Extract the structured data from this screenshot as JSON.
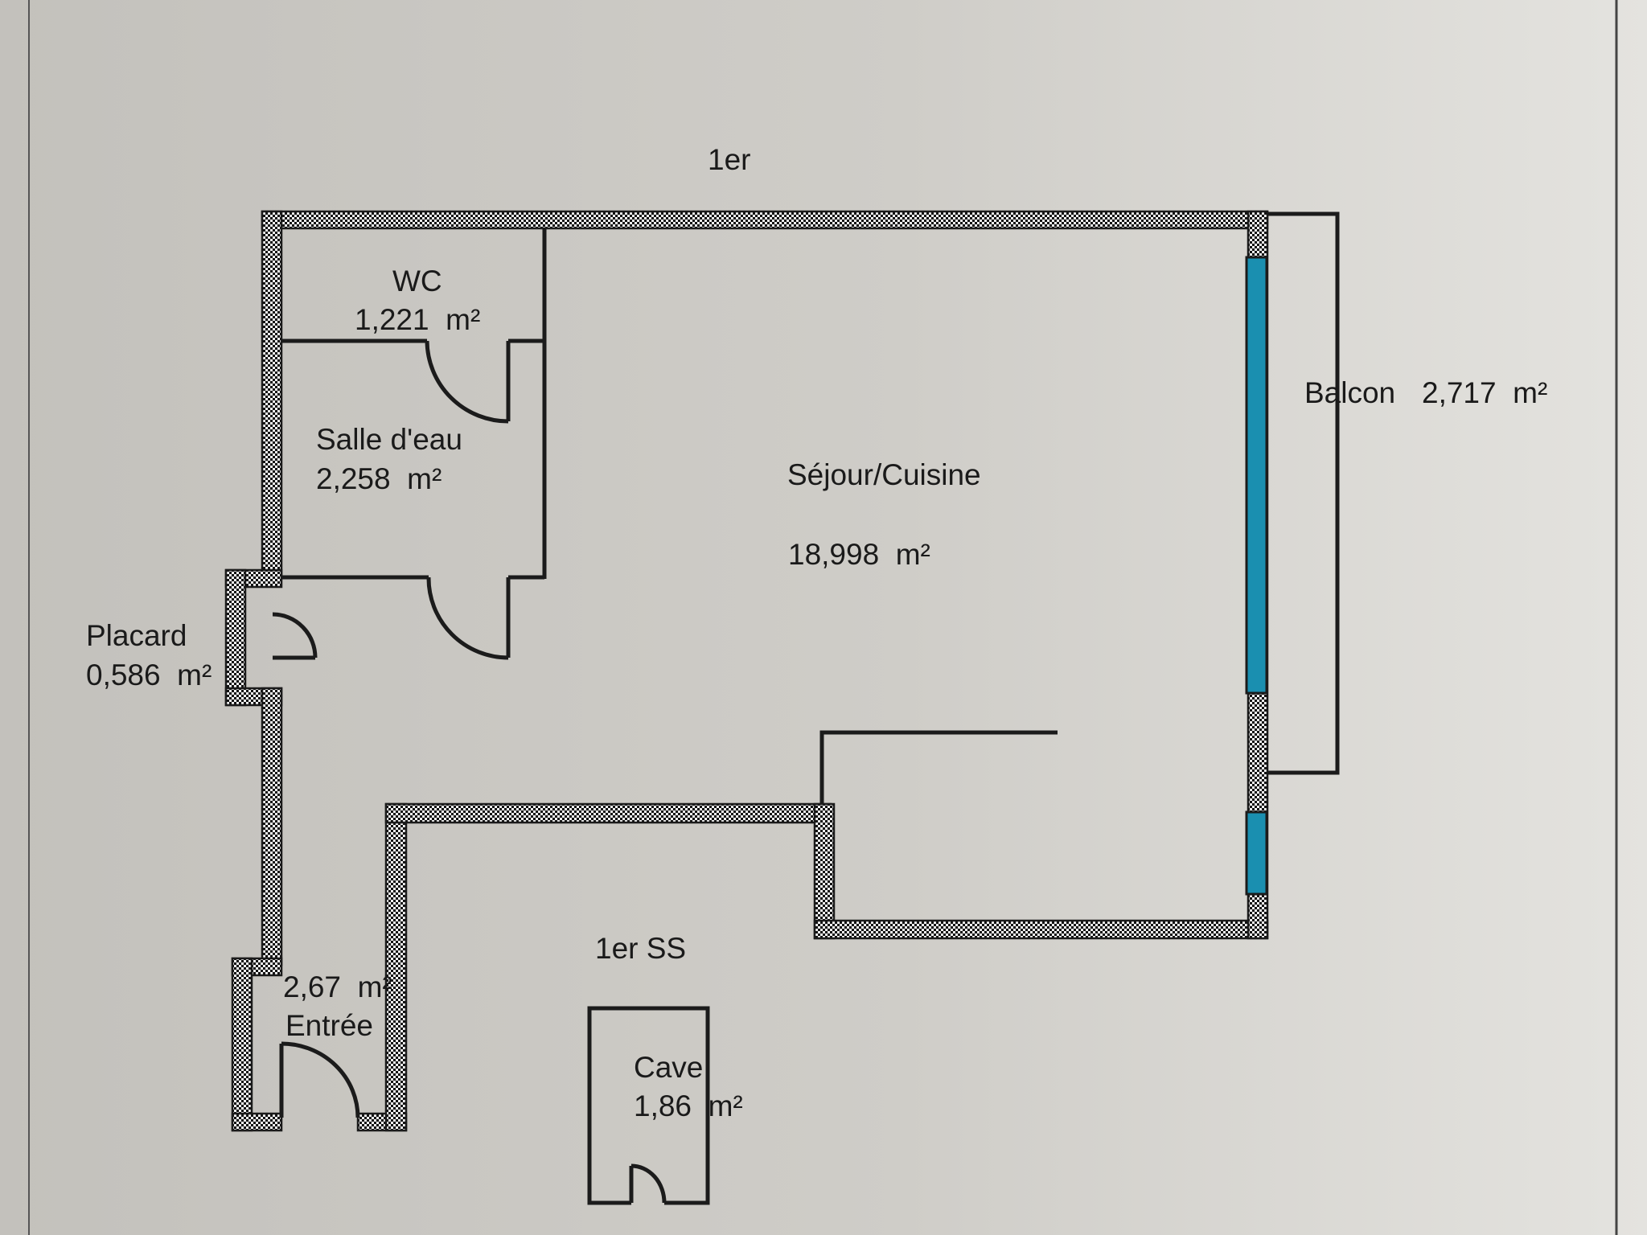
{
  "floor_labels": {
    "upper": "1er",
    "basement": "1er SS"
  },
  "rooms": {
    "wc": {
      "name": "WC",
      "area": "1,221  m²"
    },
    "salle_deau": {
      "name": "Salle d'eau",
      "area": "2,258  m²"
    },
    "sejour": {
      "name": "Séjour/Cuisine",
      "area": "18,998  m²"
    },
    "balcon": {
      "name": "Balcon",
      "area": "2,717  m²"
    },
    "placard": {
      "name": "Placard",
      "area": "0,586  m²"
    },
    "entree": {
      "name": "Entrée",
      "area": "2,67  m²"
    },
    "cave": {
      "name": "Cave",
      "area": "1,86  m²"
    }
  },
  "colors": {
    "paper": "#c9c7c2",
    "paper_right": "#e2e1dd",
    "ink": "#1b1b1b",
    "window": "#1a8fb0"
  }
}
